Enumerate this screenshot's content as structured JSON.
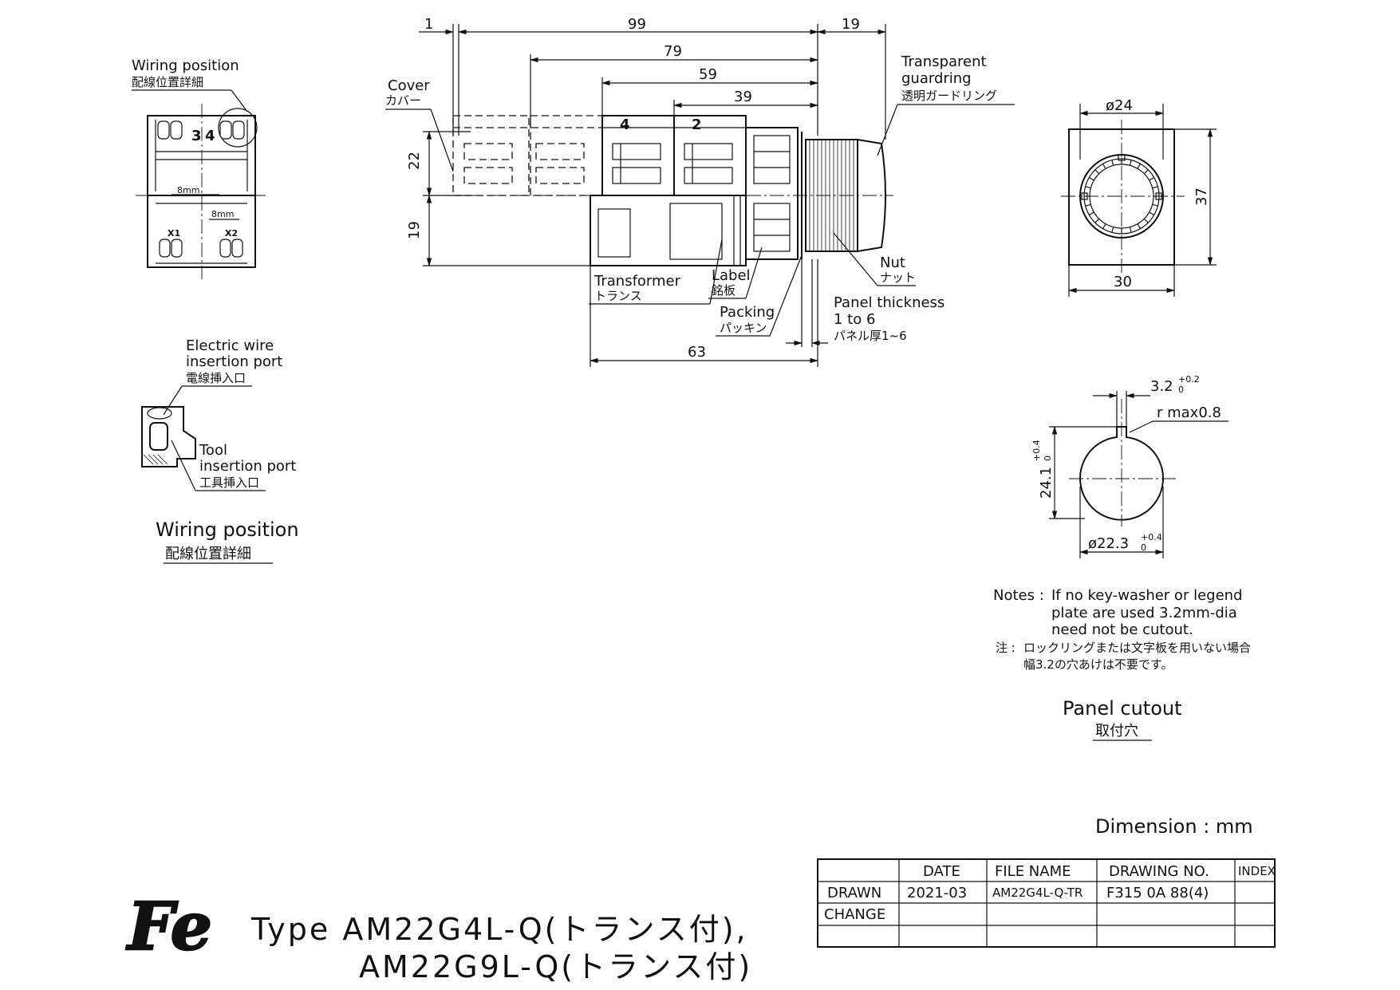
{
  "dimensions": {
    "d1": "1",
    "d99": "99",
    "d19_top": "19",
    "d79": "79",
    "d59": "59",
    "d39": "39",
    "d22": "22",
    "d19_side": "19",
    "d63": "63",
    "phi24": "ø24",
    "d37": "37",
    "d30": "30",
    "slot_w": "3.2",
    "slot_tol_up": "+0.2",
    "slot_tol_lo": "0",
    "rmax": "r max0.8",
    "h241": "24.1",
    "h241_tol_up": "+0.4",
    "h241_tol_lo": "0",
    "phi223": "ø22.3",
    "phi223_tol_up": "+0.4",
    "phi223_tol_lo": "0"
  },
  "labels": {
    "wiring_pos_en": "Wiring position",
    "wiring_pos_jp": "配線位置詳細",
    "cover_en": "Cover",
    "cover_jp": "カバー",
    "guard_en1": "Transparent",
    "guard_en2": "guardring",
    "guard_jp": "透明ガードリング",
    "nut_en": "Nut",
    "nut_jp": "ナット",
    "panel_en1": "Panel thickness",
    "panel_en2": "1 to 6",
    "panel_jp": "パネル厚1~6",
    "transformer_en": "Transformer",
    "transformer_jp": "トランス",
    "label_en": "Label",
    "label_jp": "銘板",
    "packing_en": "Packing",
    "packing_jp": "パッキン",
    "wire_en1": "Electric wire",
    "wire_en2": "insertion port",
    "wire_jp": "電線挿入口",
    "tool_en1": "Tool",
    "tool_en2": "insertion port",
    "tool_jp": "工具挿入口",
    "wiring_caption_en": "Wiring position",
    "wiring_caption_jp": "配線位置詳細",
    "cutout_caption_en": "Panel cutout",
    "cutout_caption_jp": "取付穴",
    "terminal_3": "3",
    "terminal_4": "4",
    "terminal_x1": "X1",
    "terminal_x2": "X2",
    "strip_8mm_a": "8mm",
    "strip_8mm_b": "8mm",
    "slot_4": "4",
    "slot_2": "2"
  },
  "notes": {
    "prefix": "Notes :",
    "line1": "If no key-washer or legend",
    "line2": "plate are used 3.2mm-dia",
    "line3": "need not be cutout.",
    "jp_prefix": "注 :",
    "jp_line1": "ロックリングまたは文字板を用いない場合",
    "jp_line2": "幅3.2の穴あけは不要です。"
  },
  "dimension_unit": "Dimension : mm",
  "logo_text": "Fe",
  "type_line1": "Type  AM22G4L-Q(トランス付),",
  "type_line2": "AM22G9L-Q(トランス付)",
  "title_block": {
    "headers": [
      "",
      "DATE",
      "FILE NAME",
      "DRAWING NO.",
      "INDEX"
    ],
    "rows": [
      [
        "DRAWN",
        "2021-03",
        "AM22G4L-Q-TR",
        "F315 0A 88(4)",
        ""
      ],
      [
        "CHANGE",
        "",
        "",
        "",
        ""
      ],
      [
        "",
        "",
        "",
        "",
        ""
      ]
    ]
  }
}
